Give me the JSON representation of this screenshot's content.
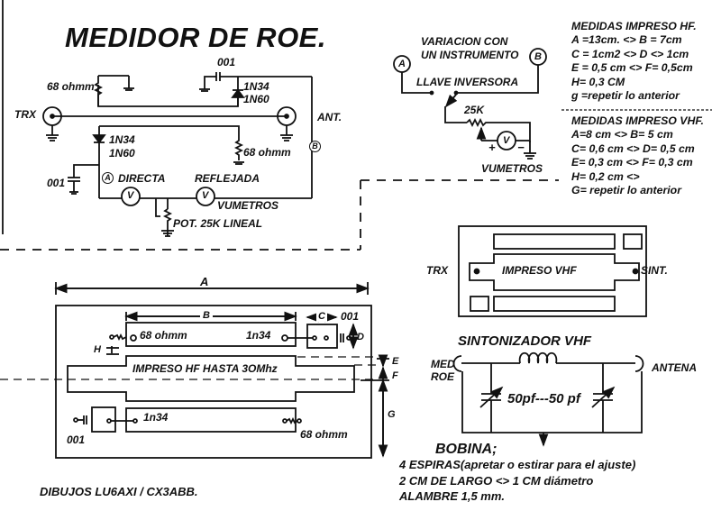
{
  "title": "MEDIDOR DE ROE.",
  "schematic": {
    "trx": "TRX",
    "ant": "ANT.",
    "res_top": "68 ohmm",
    "cap_top": "001",
    "diode_top_1": "1N34",
    "diode_top_2": "1N60",
    "diode_bot_1": "1N34",
    "diode_bot_2": "1N60",
    "res_bot": "68 ohmm",
    "cap_bot": "001",
    "point_a": "A",
    "point_b": "B",
    "directa": "DIRECTA",
    "reflejada": "REFLEJADA",
    "meter": "V",
    "vumetros": "VUMETROS",
    "pot": "POT. 25K LINEAL"
  },
  "switch_circuit": {
    "caption_1": "VARIACION CON",
    "caption_2": "UN INSTRUMENTO",
    "point_a": "A",
    "point_b": "B",
    "switch": "LLAVE INVERSORA",
    "pot": "25K",
    "meter": "V",
    "plus": "+",
    "minus": "−",
    "vumetros": "VUMETROS"
  },
  "notes_hf": {
    "heading": "MEDIDAS IMPRESO HF.",
    "lines": [
      "A =13cm. <> B = 7cm",
      "C = 1cm2 <> D <> 1cm",
      "E = 0,5 cm <> F= 0,5cm",
      "H= 0,3 CM",
      "g =repetir lo anterior"
    ]
  },
  "notes_vhf": {
    "heading": "MEDIDAS IMPRESO VHF.",
    "lines": [
      "A=8 cm <> B= 5 cm",
      "C= 0,6 cm <> D= 0,5 cm",
      "E= 0,3 cm <> F= 0,3 cm",
      "H= 0,2 cm <>",
      "G= repetir lo anterior"
    ]
  },
  "pcb_vhf": {
    "trx": "TRX",
    "label": "IMPRESO VHF",
    "sint": "SINT."
  },
  "tuner": {
    "title": "SINTONIZADOR VHF",
    "in_1": "MED",
    "in_2": "ROE",
    "out": "ANTENA",
    "caps": "50pf---50 pf"
  },
  "coil": {
    "heading": "BOBINA;",
    "lines": [
      "4 ESPIRAS(apretar o estirar para el ajuste)",
      "2 CM  DE LARGO  <>  1 CM  diámetro",
      "ALAMBRE  1,5 mm."
    ]
  },
  "pcb_hf": {
    "dim_a": "A",
    "dim_b": "B",
    "dim_c": "C",
    "dim_d": "D",
    "dim_e": "E",
    "dim_f": "F",
    "dim_g": "G",
    "dim_h": "H",
    "cap_top": "001",
    "res_top": "68 ohmm",
    "diode_top": "1n34",
    "label": "IMPRESO  HF  HASTA 3OMhz",
    "diode_bot": "1n34",
    "res_bot": "68 ohmm",
    "cap_bot": "001"
  },
  "credits": "DIBUJOS  LU6AXI / CX3ABB."
}
